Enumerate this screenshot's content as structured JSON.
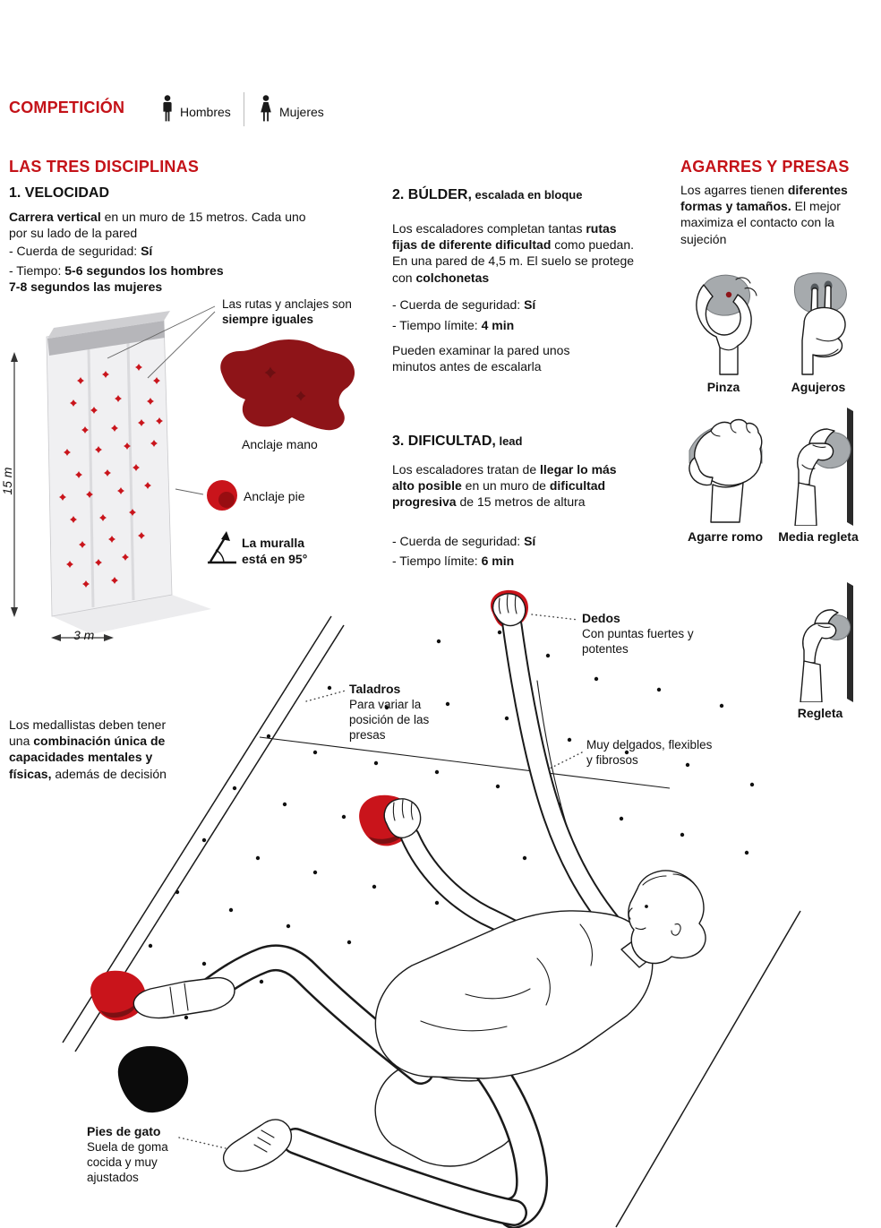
{
  "colors": {
    "accent-red": "#c41218",
    "dark-red": "#8e1418",
    "bright-red": "#c9141b",
    "hold-gray": "#a6aaad"
  },
  "header": {
    "title": "COMPETICIÓN",
    "legend_men": "Hombres",
    "legend_women": "Mujeres"
  },
  "disciplines": {
    "heading": "LAS TRES DISCIPLINAS",
    "velocidad": {
      "title": "1. VELOCIDAD",
      "intro_b": "Carrera vertical",
      "intro_r": " en un muro de 15 metros. Cada uno por su lado de la pared",
      "cuerda_label": "- Cuerda de seguridad: ",
      "cuerda_value": "Sí",
      "tiempo_label": "- Tiempo: ",
      "tiempo_value1": "5-6 segundos los hombres",
      "tiempo_value2": "7-8 segundos las mujeres",
      "wall": {
        "routes_note_r": "Las rutas y anclajes son ",
        "routes_note_b": "siempre iguales",
        "anchor_hand": "Anclaje mano",
        "anchor_foot": "Anclaje pie",
        "angle_text1": "La muralla",
        "angle_text2": "está en 95°",
        "height": "15 m",
        "width": "3 m"
      }
    },
    "bulder": {
      "title": "2. BÚLDER,",
      "subtitle": " escalada en bloque",
      "p1_r1": "Los escaladores completan tantas ",
      "p1_b1": "rutas fijas de diferente dificultad",
      "p1_r2": " como puedan. En una pared de 4,5 m. El suelo se protege con ",
      "p1_b2": "colchonetas",
      "cuerda_label": "- Cuerda de seguridad: ",
      "cuerda_value": "Sí",
      "tiempo_label": "- Tiempo límite: ",
      "tiempo_value": "4 min",
      "note": "Pueden examinar la pared unos minutos antes de escalarla"
    },
    "dificultad": {
      "title": "3. DIFICULTAD,",
      "subtitle": " lead",
      "p1_r1": "Los escaladores tratan de ",
      "p1_b1": "llegar lo más alto posible",
      "p1_r2": " en un muro de ",
      "p1_b2": "dificultad progresiva",
      "p1_r3": " de 15 metros de altura",
      "cuerda_label": "- Cuerda de seguridad: ",
      "cuerda_value": "Sí",
      "tiempo_label": "- Tiempo límite: ",
      "tiempo_value": "6 min"
    }
  },
  "grips": {
    "heading": "AGARRES Y PRESAS",
    "intro_r1": "Los agarres tienen ",
    "intro_b1": "diferentes formas y tamaños.",
    "intro_r2": " El mejor maximiza el contacto con la sujeción",
    "items": [
      {
        "label": "Pinza"
      },
      {
        "label": "Agujeros"
      },
      {
        "label": "Agarre romo"
      },
      {
        "label": "Media regleta"
      },
      {
        "label": "Regleta"
      }
    ]
  },
  "climber": {
    "medalists_r1": "Los medallistas deben tener una ",
    "medalists_b1": "combinación única de capacidades mentales y físicas,",
    "medalists_r2": " además de decisión",
    "dedos_title": "Dedos",
    "dedos_text": "Con puntas fuertes y potentes",
    "taladros_title": "Taladros",
    "taladros_text": "Para variar la posición de las presas",
    "fibras_text": "Muy delgados, flexibles y fibrosos",
    "pies_title": "Pies de gato",
    "pies_text": "Suela de goma cocida y muy ajustados"
  }
}
